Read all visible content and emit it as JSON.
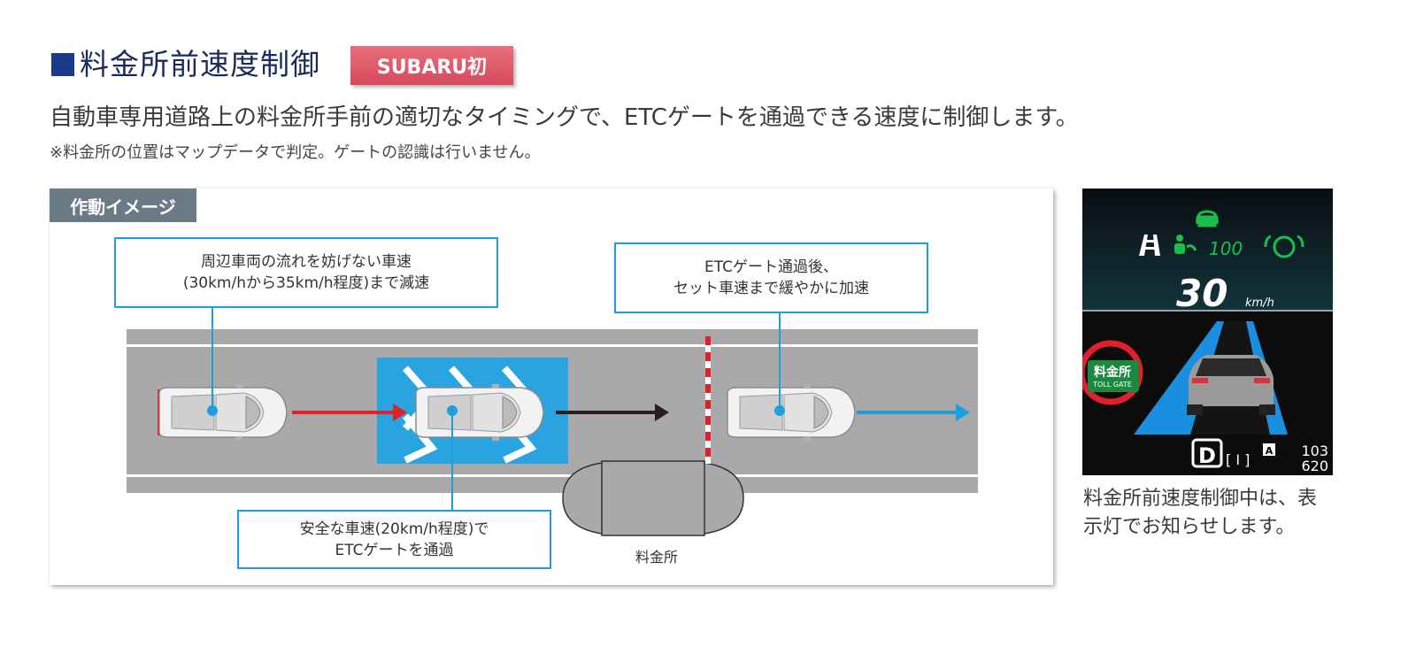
{
  "header": {
    "title": "料金所前速度制御",
    "badge": "SUBARU初",
    "description": "自動車専用道路上の料金所手前の適切なタイミングで、ETCゲートを通過できる速度に制御します。",
    "note": "※料金所の位置はマップデータで判定。ゲートの認識は行いません。"
  },
  "panel": {
    "tag": "作動イメージ",
    "callouts": [
      {
        "line1": "周辺車両の流れを妨げない車速",
        "line2": "(30km/hから35km/h程度)まで減速"
      },
      {
        "line1": "安全な車速(20km/h程度)で",
        "line2": "ETCゲートを通過"
      },
      {
        "line1": "ETCゲート通過後、",
        "line2": "セット車速まで緩やかに加速"
      }
    ],
    "booth_label": "料金所",
    "colors": {
      "accent_blue": "#1e9fdc",
      "decel_red": "#e0202c",
      "gate_zone": "#2aa4e0",
      "road": "#a9a9a9"
    }
  },
  "dashboard": {
    "set_speed": "100",
    "speed": "30",
    "unit": "km/h",
    "toll_label_jp": "料金所",
    "toll_label_en": "TOLL GATE",
    "gear": "D",
    "gear_bracket": "[ I ]",
    "mode": "A",
    "odo1": "103",
    "odo2": "620",
    "caption_line1": "料金所前速度制御中は、表",
    "caption_line2": "示灯でお知らせします。"
  }
}
